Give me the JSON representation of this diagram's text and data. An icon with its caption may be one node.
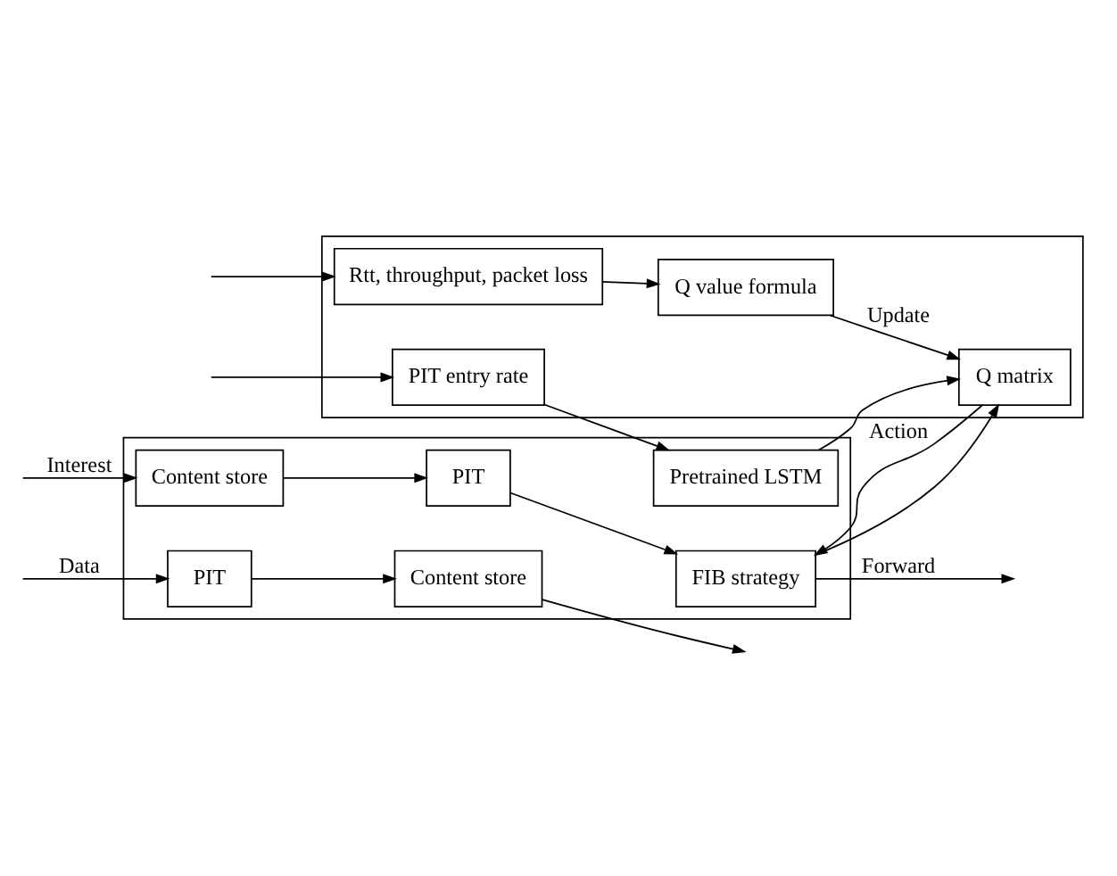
{
  "diagram": {
    "nodes": [
      {
        "text": [],
        "shape": "box"
      },
      {
        "text": [
          "Content store"
        ],
        "in": 0
      },
      {
        "text": [
          "PIT"
        ],
        "in": 0
      },
      {
        "text": [
          "FIB strategy"
        ],
        "in": 0
      },
      {
        "text": [
          "Pretrained LSTM"
        ],
        "in": 0
      },
      {
        "text": [
          "Content store"
        ],
        "in": 0
      },
      {
        "text": [
          "PIT"
        ],
        "in": 0
      },
      {
        "text": [],
        "shape": "box"
      },
      {
        "text": [
          "PIT entry rate"
        ],
        "in": 7
      },
      {
        "text": [
          "Rtt, throughput, packet loss"
        ],
        "in": 7
      },
      {
        "text": [
          "Q matrix"
        ],
        "in": 7
      },
      {
        "text": [
          "Q value formula"
        ],
        "in": 7
      }
    ],
    "edges": [
      {
        "from": null,
        "to": 1,
        "arrow": "to",
        "label": "Interest"
      },
      {
        "from": 1,
        "to": 2,
        "arrow": "to"
      },
      {
        "from": 2,
        "to": 3,
        "arrow": "to"
      },
      {
        "from": 3,
        "to": null,
        "arrow": "to",
        "label": "Forward"
      },
      {
        "from": null,
        "to": 6,
        "arrow": "to",
        "label": "Data"
      },
      {
        "from": 6,
        "to": 5,
        "arrow": "to"
      },
      {
        "from": 5,
        "to": null,
        "arrow": "to"
      },
      {
        "from": null,
        "to": 8,
        "arrow": "to"
      },
      {
        "from": null,
        "to": 9,
        "arrow": "to"
      },
      {
        "from": 8,
        "to": 4,
        "arrow": "to"
      },
      {
        "from": 3,
        "to": 10,
        "arrow": "to"
      },
      {
        "from": 4,
        "to": 10,
        "arrow": "to"
      },
      {
        "from": 10,
        "to": 3,
        "arrow": "to",
        "label": "Action"
      },
      {
        "from": 9,
        "to": 11,
        "arrow": "to"
      },
      {
        "from": 11,
        "to": 10,
        "arrow": "to",
        "label": "Update"
      }
    ]
  }
}
